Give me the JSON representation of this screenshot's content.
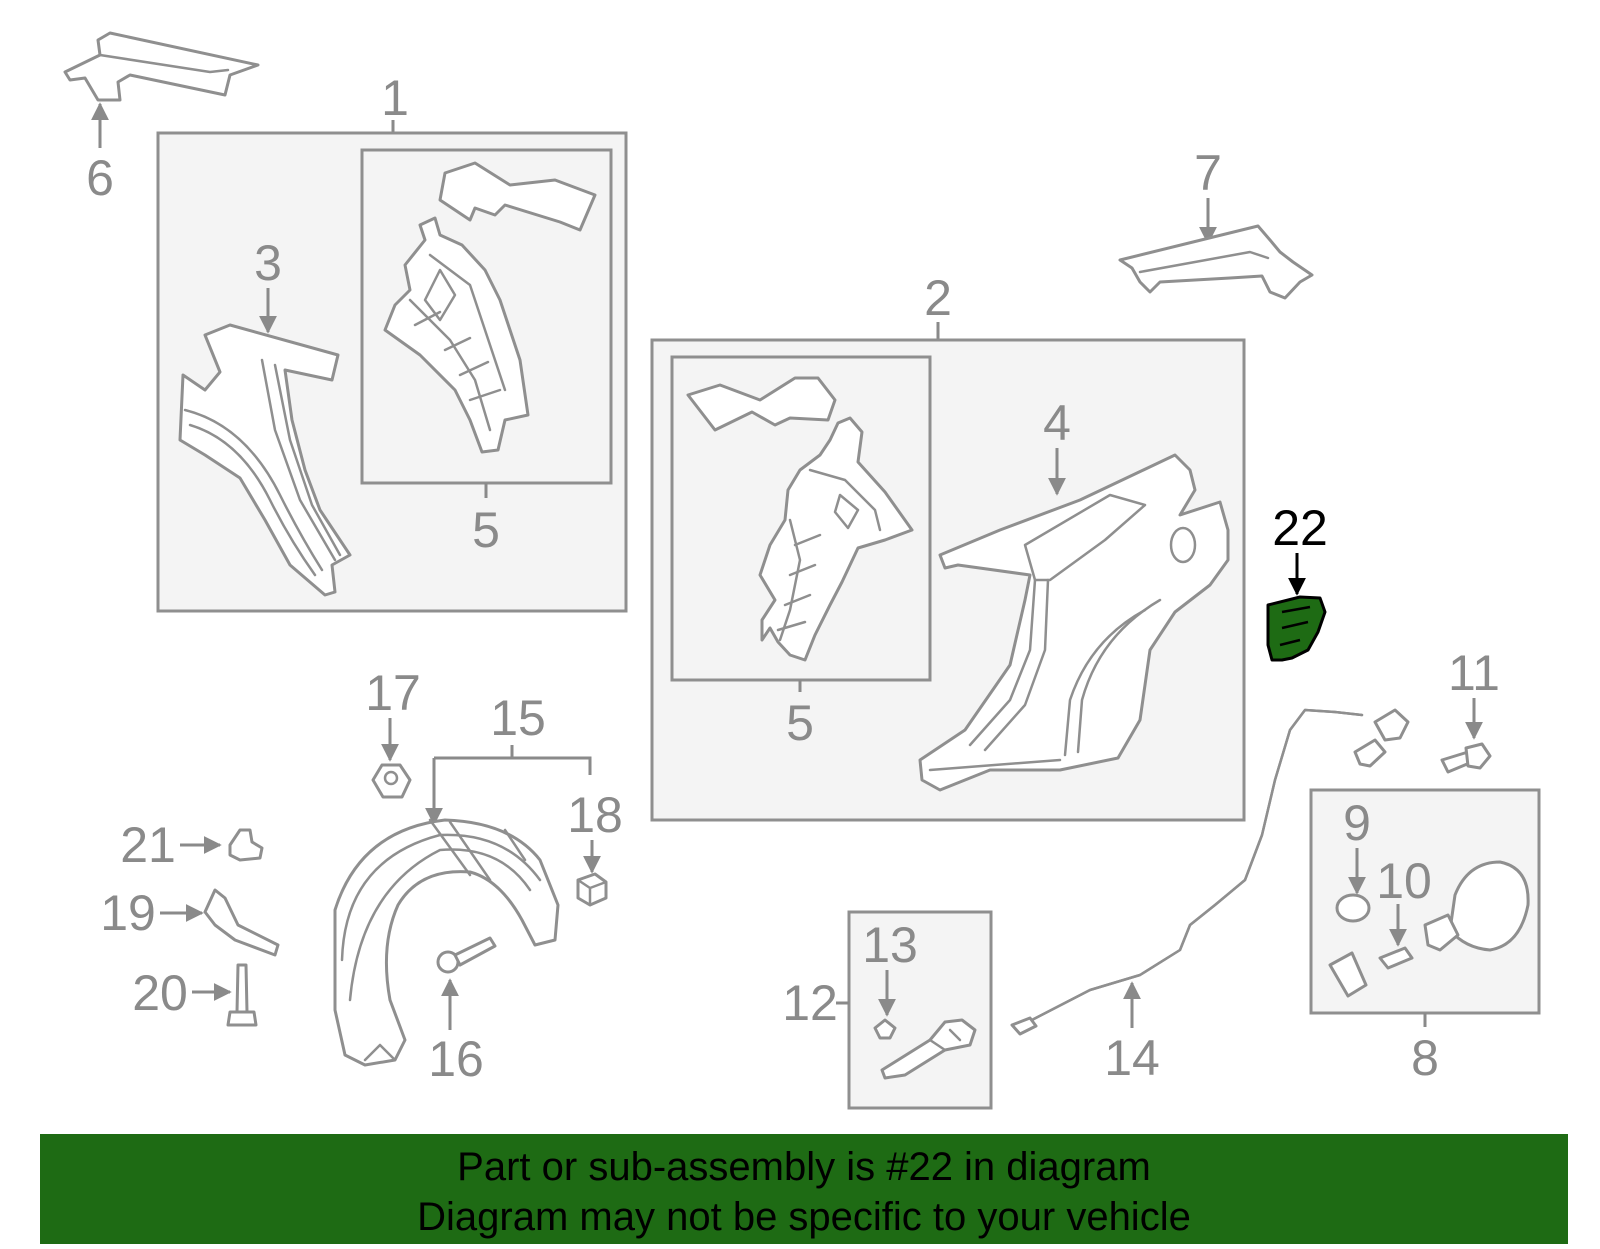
{
  "diagram": {
    "highlighted_part": "22",
    "highlight_color": "#1e6b14",
    "callouts": [
      "1",
      "2",
      "3",
      "4",
      "5",
      "5",
      "6",
      "7",
      "8",
      "9",
      "10",
      "11",
      "12",
      "13",
      "14",
      "15",
      "16",
      "17",
      "18",
      "19",
      "20",
      "21",
      "22"
    ]
  },
  "banner": {
    "background_color": "#1e6b14",
    "line1": "Part or sub-assembly is #22 in diagram",
    "line2": "Diagram may not be specific to your vehicle"
  }
}
